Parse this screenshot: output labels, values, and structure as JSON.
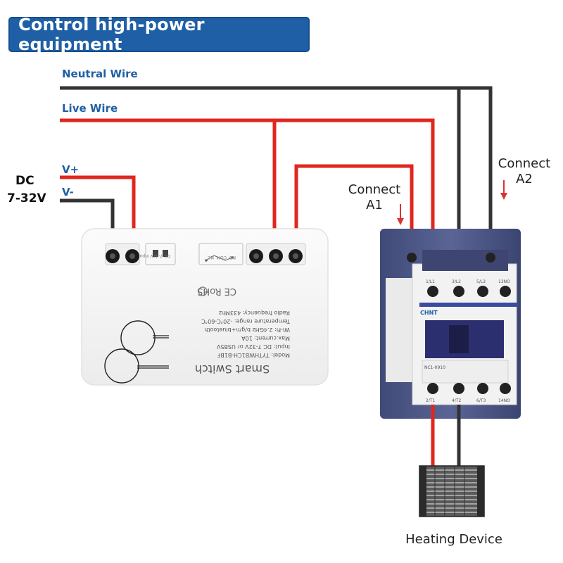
{
  "title": "Control high-power equipment",
  "wires": {
    "neutral_label": "Neutral Wire",
    "live_label": "Live Wire",
    "vplus_label": "V+",
    "vminus_label": "V-",
    "neutral_color": "#333333",
    "live_color": "#e0271f"
  },
  "power": {
    "dc_line1": "DC",
    "dc_line2": "7-32V"
  },
  "switch_module": {
    "name": "Smart Switch",
    "model": "Model: TYTHWB1CH-B1BF",
    "input": "Input: DC 7-32V or USB5V",
    "current": "Max.current: 10A",
    "wifi": "Wi-Fi: 2.4GHz b/g/n+bluetooth",
    "temp": "Temperature range: -20℃-60℃",
    "radio": "Radio frequency: 433Mhz",
    "cert": "CE RoHS",
    "input_label": "DC 7-32V input",
    "relay_labels": [
      "NO",
      "COM",
      "NC"
    ]
  },
  "contactor": {
    "brand": "CHNT",
    "model": "NC1-0910",
    "top_terminals": [
      "1/L1",
      "3/L2",
      "5/L3",
      "13NO"
    ],
    "bottom_terminals": [
      "2/T1",
      "4/T2",
      "6/T3",
      "14NO"
    ],
    "connect_a1_line1": "Connect",
    "connect_a1_line2": "A1",
    "connect_a2_line1": "Connect",
    "connect_a2_line2": "A2"
  },
  "load": {
    "label": "Heating Device"
  }
}
